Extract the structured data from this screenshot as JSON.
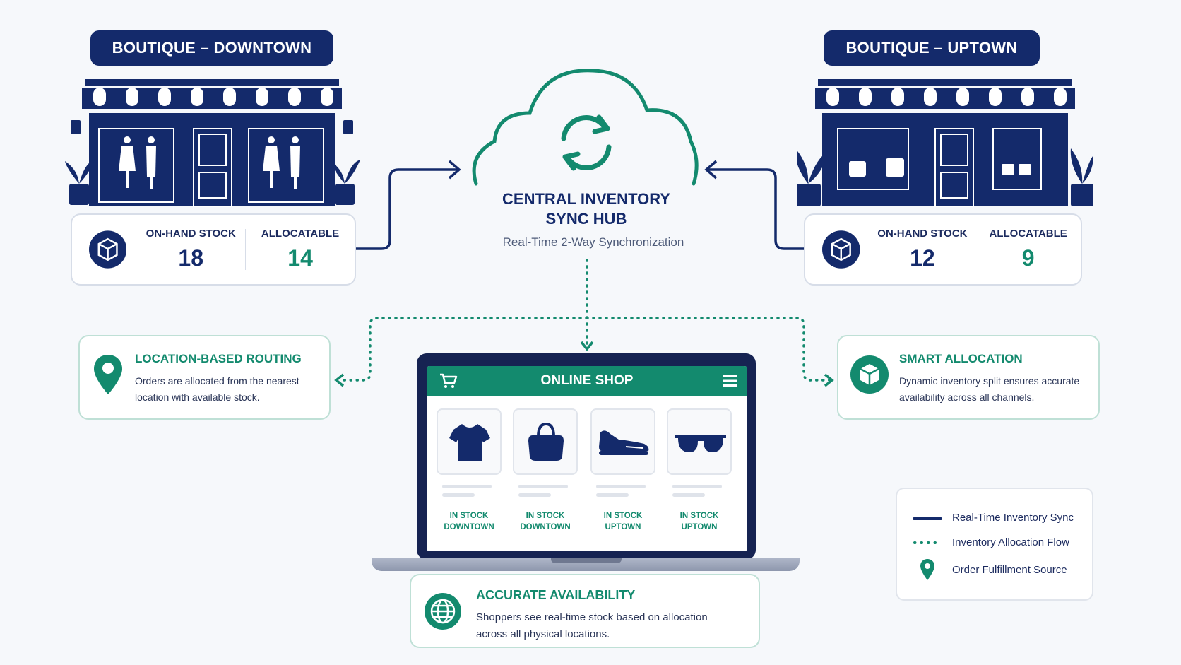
{
  "stores": [
    {
      "name": "BOUTIQUE – DOWNTOWN",
      "on_hand_label": "ON-HAND STOCK",
      "on_hand": "18",
      "allocatable_label": "ALLOCATABLE",
      "allocatable": "14"
    },
    {
      "name": "BOUTIQUE – UPTOWN",
      "on_hand_label": "ON-HAND STOCK",
      "on_hand": "12",
      "allocatable_label": "ALLOCATABLE",
      "allocatable": "9"
    }
  ],
  "hub": {
    "title_line1": "CENTRAL INVENTORY",
    "title_line2": "SYNC HUB",
    "subtitle": "Real-Time 2-Way Synchronization"
  },
  "routing": {
    "title": "LOCATION-BASED ROUTING",
    "line1": "Orders are allocated from the nearest",
    "line2": "location with available stock."
  },
  "allocation": {
    "title": "SMART ALLOCATION",
    "line1": "Dynamic inventory split ensures accurate",
    "line2": "availability across all channels."
  },
  "shop": {
    "title": "ONLINE SHOP",
    "products": [
      {
        "icon": "tshirt-icon",
        "status": "IN STOCK",
        "location": "DOWNTOWN"
      },
      {
        "icon": "handbag-icon",
        "status": "IN STOCK",
        "location": "DOWNTOWN"
      },
      {
        "icon": "sneaker-icon",
        "status": "IN STOCK",
        "location": "UPTOWN"
      },
      {
        "icon": "sunglasses-icon",
        "status": "IN STOCK",
        "location": "UPTOWN"
      }
    ]
  },
  "availability": {
    "title": "ACCURATE AVAILABILITY",
    "line1": "Shoppers see real-time stock based on allocation",
    "line2": "across all physical locations."
  },
  "legend": {
    "items": [
      "Real-Time Inventory Sync",
      "Inventory Allocation Flow",
      "Order Fulfillment Source"
    ]
  },
  "colors": {
    "navy": "#142a6b",
    "teal": "#138a6e",
    "background": "#f6f8fb"
  }
}
